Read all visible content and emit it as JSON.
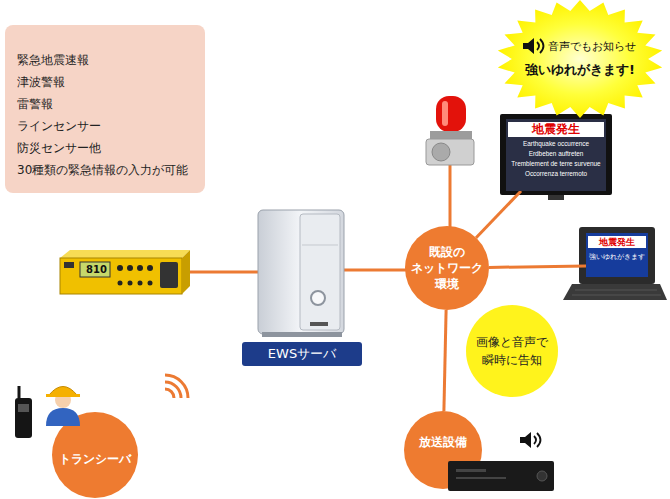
{
  "diagram": {
    "nodes": [
      {
        "text": [
          "緊急地震速報",
          "津波警報",
          "雷警報",
          "ラインセンサー",
          "防災センサー他",
          "30種類の緊急情報の入力が可能"
        ]
      },
      {
        "text": [
          "音声でもお知らせ",
          "強いゆれがきます!"
        ]
      },
      {
        "text": [
          "地震発生",
          "Earthquake occurrence",
          "Erdbeben auftreten",
          "Tremblement de terre survenue",
          "Occorrenza terremoto"
        ]
      },
      {
        "text": [
          "地震発生",
          "強いゆれがきます"
        ]
      },
      {
        "text": [
          "既設の ネットワーク 環境"
        ]
      },
      {
        "text": [
          "画像と音声で 瞬時に告知"
        ]
      },
      {
        "text": [
          "EWSサーバ"
        ]
      },
      {
        "text": [
          "トランシーバ"
        ]
      },
      {
        "text": [
          "放送設備"
        ]
      }
    ],
    "edges": [
      {
        "from": 4,
        "to": 2,
        "arrow": "none"
      },
      {
        "from": 4,
        "to": 3,
        "arrow": "none"
      },
      {
        "from": 4,
        "to": 8,
        "arrow": "none"
      }
    ],
    "labels": [
      "810"
    ]
  }
}
